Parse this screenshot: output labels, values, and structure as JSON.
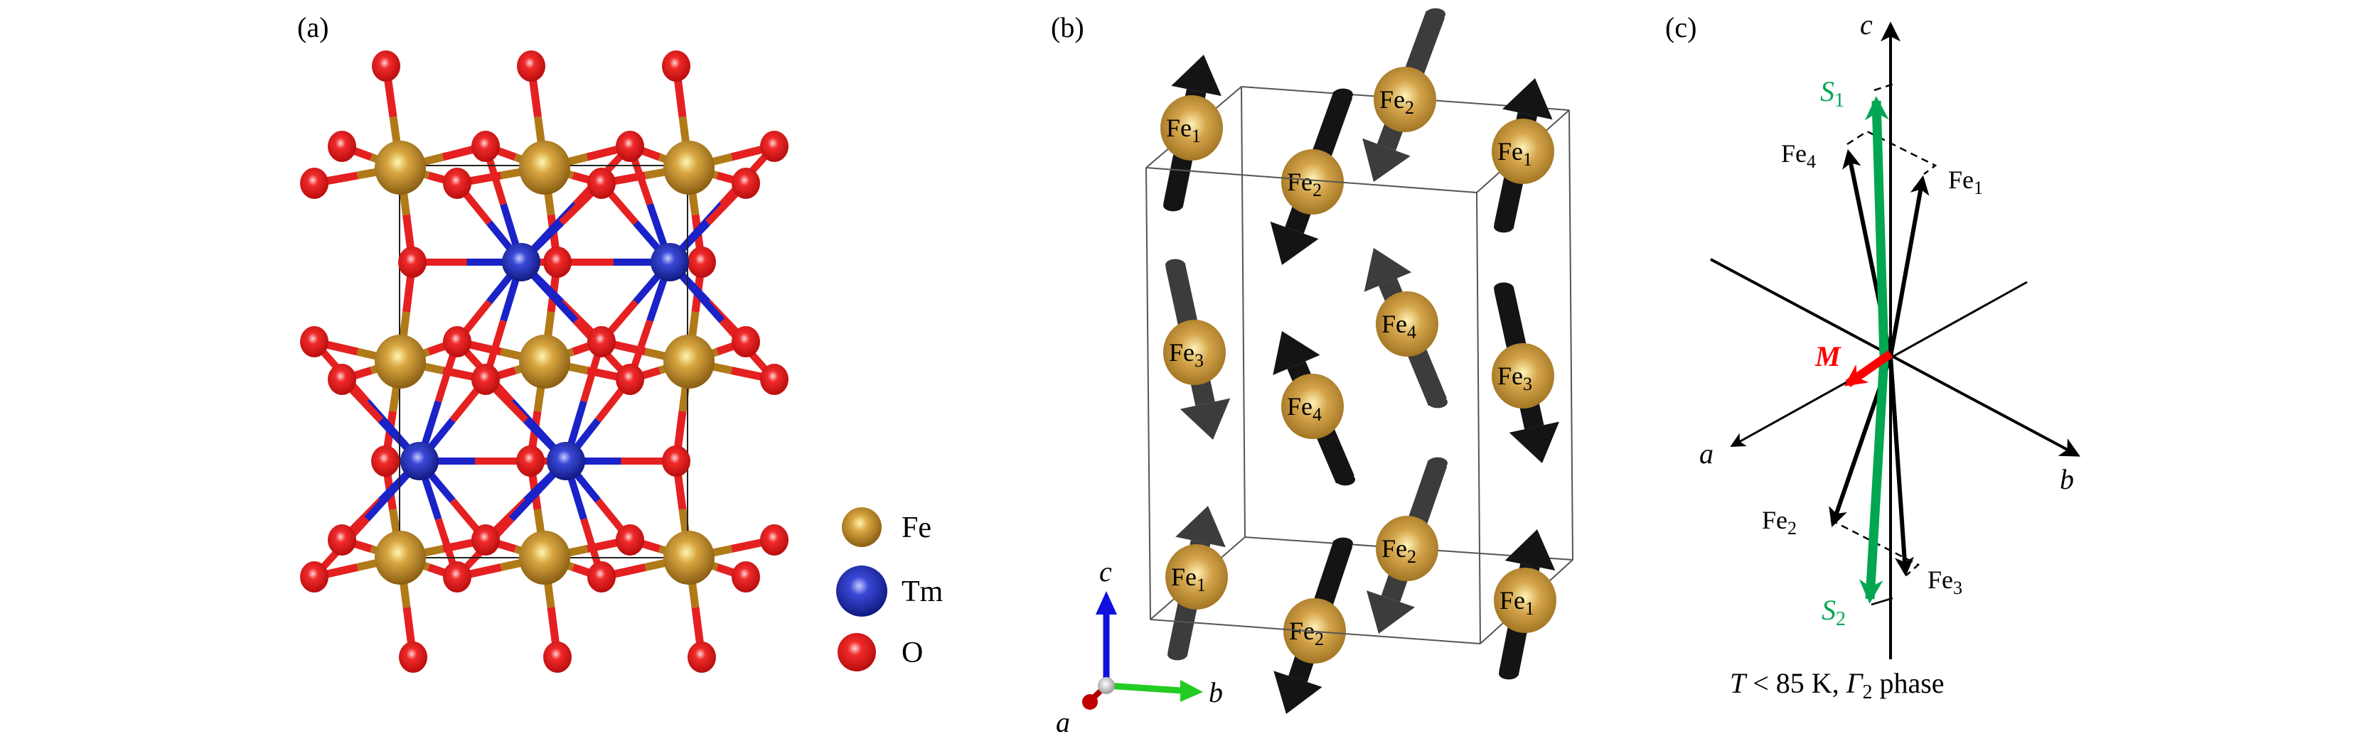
{
  "panels": {
    "a": {
      "label": "(a)",
      "legend": [
        {
          "element": "Fe",
          "color": "#B8862B"
        },
        {
          "element": "Tm",
          "color": "#1E2A9C"
        },
        {
          "element": "O",
          "color": "#E52020"
        }
      ]
    },
    "b": {
      "label": "(b)",
      "atom_prefix": "Fe",
      "atoms": [
        {
          "sub": "1",
          "spin": "up",
          "shade": "dark"
        },
        {
          "sub": "2",
          "spin": "down",
          "shade": "gray"
        },
        {
          "sub": "2",
          "spin": "down",
          "shade": "dark"
        },
        {
          "sub": "1",
          "spin": "up",
          "shade": "dark"
        },
        {
          "sub": "3",
          "spin": "down",
          "shade": "gray"
        },
        {
          "sub": "4",
          "spin": "up",
          "shade": "gray"
        },
        {
          "sub": "4",
          "spin": "up",
          "shade": "dark"
        },
        {
          "sub": "3",
          "spin": "down",
          "shade": "dark"
        },
        {
          "sub": "1",
          "spin": "up",
          "shade": "gray"
        },
        {
          "sub": "2",
          "spin": "down",
          "shade": "gray"
        },
        {
          "sub": "2",
          "spin": "down",
          "shade": "dark"
        },
        {
          "sub": "1",
          "spin": "up",
          "shade": "dark"
        }
      ],
      "triad": {
        "a": "a",
        "b": "b",
        "c": "c",
        "colors": {
          "a": "#C00000",
          "b": "#22CC22",
          "c": "#1010E0"
        }
      }
    },
    "c": {
      "label": "(c)",
      "axes": {
        "a": "a",
        "b": "b",
        "c": "c"
      },
      "vectors": [
        {
          "name": "S",
          "sub": "1",
          "color": "#00A651"
        },
        {
          "name": "S",
          "sub": "2",
          "color": "#00A651"
        },
        {
          "name": "Fe",
          "sub": "1",
          "color": "#000000"
        },
        {
          "name": "Fe",
          "sub": "2",
          "color": "#000000"
        },
        {
          "name": "Fe",
          "sub": "3",
          "color": "#000000"
        },
        {
          "name": "Fe",
          "sub": "4",
          "color": "#000000"
        },
        {
          "name": "M",
          "sub": "",
          "color": "#FF0000"
        }
      ],
      "caption": {
        "T": "T",
        "rel": " < 85 K, ",
        "gamma": "Γ",
        "gamma_sub": "2",
        "phase": " phase"
      }
    }
  }
}
